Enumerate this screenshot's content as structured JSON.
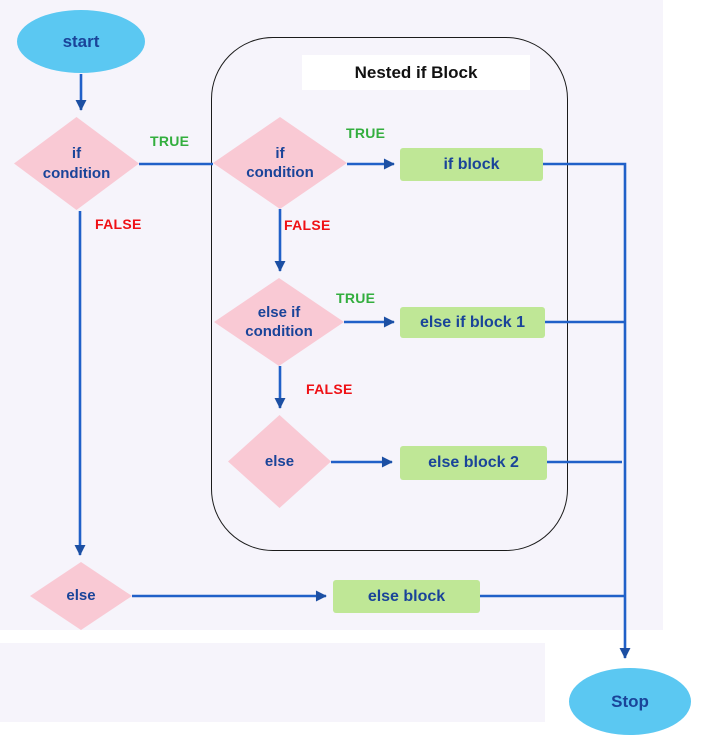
{
  "diagram": {
    "container_title": "Nested if Block",
    "nodes": {
      "start": {
        "label": "start"
      },
      "stop": {
        "label": "Stop"
      },
      "if_outer": {
        "line1": "if",
        "line2": "condition"
      },
      "if_nested": {
        "line1": "if",
        "line2": "condition"
      },
      "else_if": {
        "line1": "else if",
        "line2": "condition"
      },
      "else_inner": {
        "label": "else"
      },
      "else_outer": {
        "label": "else"
      },
      "if_block": {
        "label": "if block"
      },
      "else_if_block_1": {
        "label": "else if block 1"
      },
      "else_block_2": {
        "label": "else block 2"
      },
      "else_block": {
        "label": "else block"
      }
    },
    "edge_labels": {
      "true_outer": "TRUE",
      "false_outer": "FALSE",
      "true_nested": "TRUE",
      "false_nested": "FALSE",
      "true_else_if": "TRUE",
      "false_else_if": "FALSE"
    },
    "colors": {
      "canvas_background": "#f6f4fb",
      "terminal_ellipse": "#5bc8f2",
      "decision_diamond": "#f9c9d4",
      "process_block": "#bfe796",
      "connector_line": "#2060c8",
      "arrowhead": "#1c4fa3",
      "true_label": "#33ae3e",
      "false_label": "#ef1015",
      "node_text": "#1a4499",
      "container_border": "#1b1b1b",
      "title_text": "#111111"
    }
  }
}
